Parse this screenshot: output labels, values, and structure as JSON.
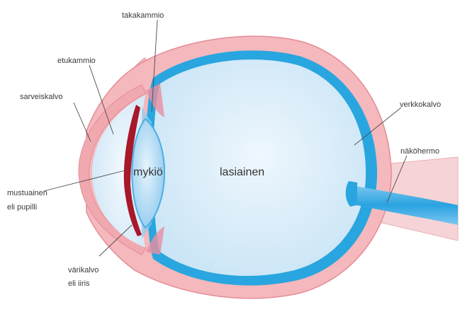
{
  "diagram": {
    "labels": {
      "takakammio": "takakammio",
      "etukammio": "etukammio",
      "sarveiskalvo": "sarveiskalvo",
      "mykio": "mykiö",
      "lasiainen": "lasiainen",
      "verkkokalvo": "verkkokalvo",
      "nakohermo": "näköhermo",
      "mustuainen_line1": "mustuainen",
      "mustuainen_line2": "eli pupilli",
      "varikalvo_line1": "värikalvo",
      "varikalvo_line2": "eli iiris"
    },
    "colors": {
      "sclera": "#f4b8bd",
      "sclera_edge": "#e58c96",
      "vitreous": "#dceefa",
      "retina": "#29a6df",
      "iris": "#a8182a",
      "lens": "#bfe0f4",
      "optic_nerve": "#3aaee6"
    }
  }
}
